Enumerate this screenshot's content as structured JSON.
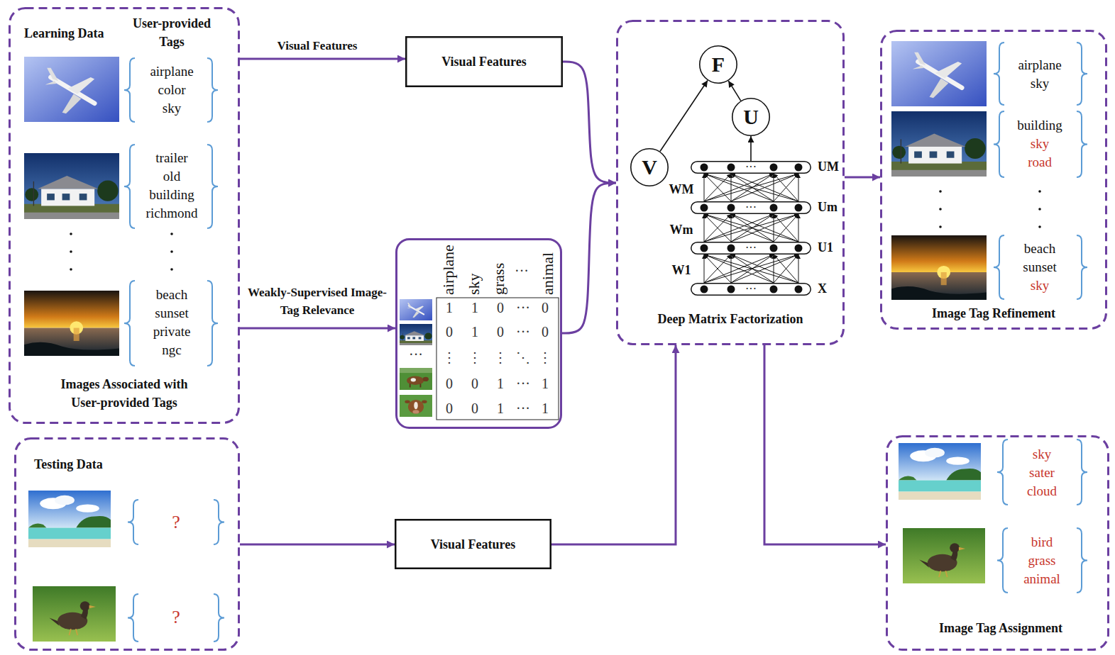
{
  "diagram": {
    "nodes": [
      {
        "text": [
          "Learning Data",
          "User-provided Tags",
          "airplane color sky",
          "trailer old building richmond",
          "beach sunset private ngc",
          "Images Associated with User-provided Tags"
        ]
      },
      {
        "text": [
          "Visual Features"
        ]
      },
      {
        "text": [
          "airplane",
          "sky",
          "grass",
          "···",
          "animal",
          "1",
          "1",
          "0",
          "···",
          "0",
          "0",
          "1",
          "0",
          "···",
          "0",
          "⋮",
          "⋮",
          "⋮",
          "⋱",
          "⋮",
          "0",
          "0",
          "1",
          "···",
          "1",
          "0",
          "0",
          "1",
          "···",
          "1",
          "···"
        ]
      },
      {
        "text": [
          "Deep Matrix Factorization"
        ]
      },
      {
        "text": [
          "F"
        ],
        "in": 3
      },
      {
        "text": [
          "U"
        ],
        "in": 3
      },
      {
        "text": [
          "V"
        ],
        "in": 3
      },
      {
        "text": [
          "···",
          "UM"
        ],
        "in": 3
      },
      {
        "text": [
          "···",
          "Um"
        ],
        "in": 3
      },
      {
        "text": [
          "···",
          "U1"
        ],
        "in": 3
      },
      {
        "text": [
          "···",
          "X"
        ],
        "in": 3
      },
      {
        "text": [
          "airplane sky",
          "building",
          "sky road",
          "beach sunset",
          "sky",
          "Image Tag Refinement"
        ]
      },
      {
        "text": [
          "Testing Data",
          "?",
          "?"
        ]
      },
      {
        "text": [
          "Visual Features"
        ]
      },
      {
        "text": [
          "sky sater cloud",
          "bird grass animal",
          "Image Tag Assignment"
        ]
      }
    ],
    "edges": [
      {
        "from": 0,
        "to": 1,
        "arrow": "to",
        "label": "Visual Features"
      },
      {
        "from": 0,
        "to": 2,
        "arrow": "to",
        "label": "Weakly-Supervised Image-Tag Relevance"
      },
      {
        "from": 1,
        "to": 3,
        "arrow": "to"
      },
      {
        "from": 2,
        "to": 3,
        "arrow": "to"
      },
      {
        "from": 3,
        "to": 11,
        "arrow": "to"
      },
      {
        "from": 12,
        "to": 13,
        "arrow": "to"
      },
      {
        "from": 13,
        "to": 3,
        "arrow": "to"
      },
      {
        "from": 3,
        "to": 14,
        "arrow": "to"
      },
      {
        "from": 6,
        "to": 4,
        "arrow": "to"
      },
      {
        "from": 5,
        "to": 4,
        "arrow": "to"
      },
      {
        "from": 7,
        "to": 5,
        "arrow": "to"
      },
      {
        "from": 10,
        "to": 9,
        "arrow": "to"
      },
      {
        "from": 9,
        "to": 8,
        "arrow": "to"
      },
      {
        "from": 8,
        "to": 7,
        "arrow": "to"
      }
    ],
    "labels": [
      "WM",
      "Wm",
      "W1"
    ]
  }
}
